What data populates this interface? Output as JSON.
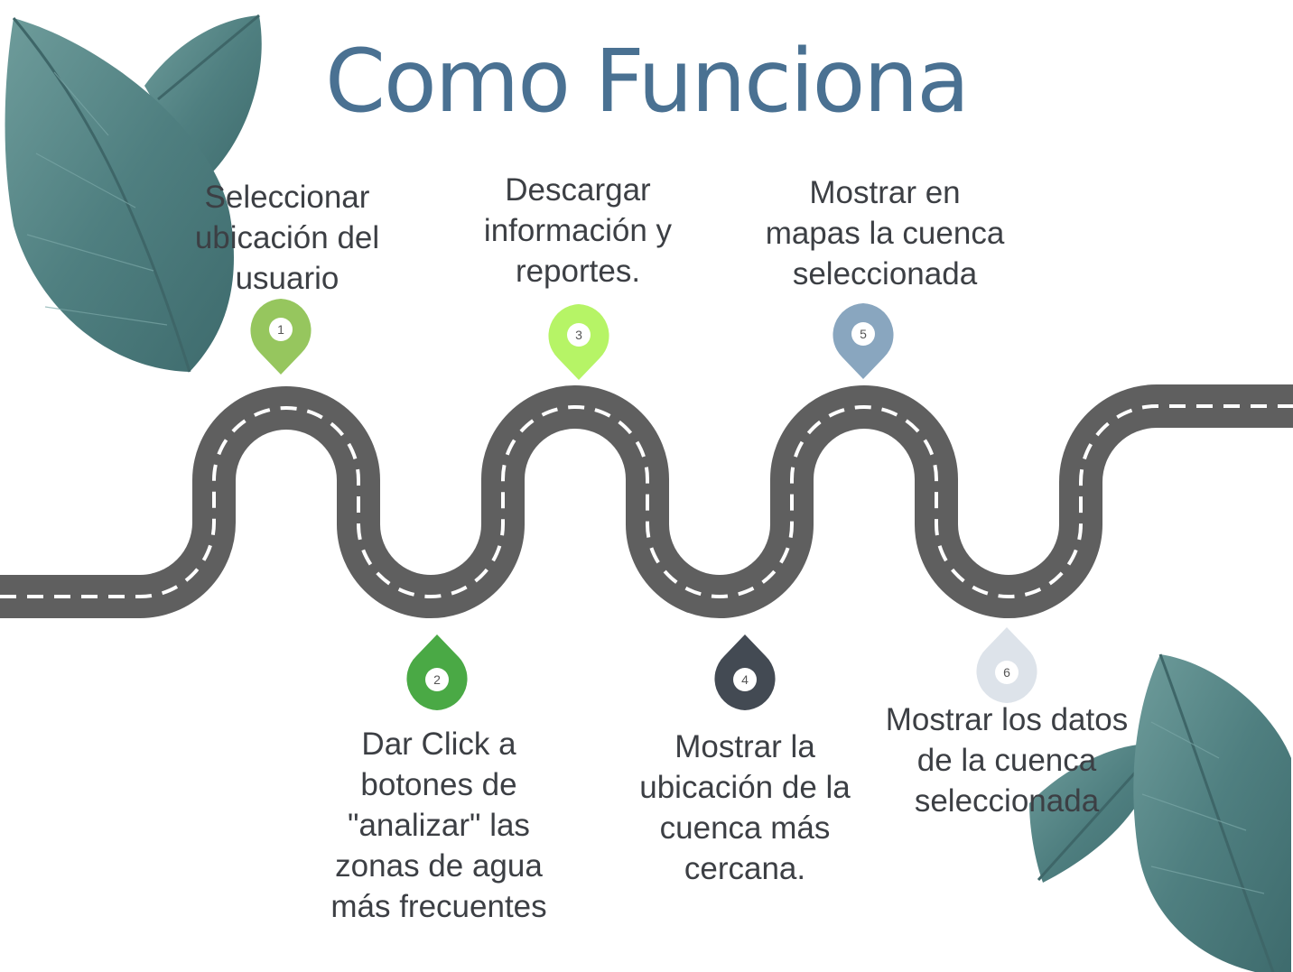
{
  "title": "Como Funciona",
  "steps": [
    {
      "number": "1",
      "text": "Seleccionar\nubicación del\nusuario",
      "color": "#96c65e"
    },
    {
      "number": "2",
      "text": "Dar Click a\nbotones de\n\"analizar\" las\nzonas de agua\nmás frecuentes",
      "color": "#4aa945"
    },
    {
      "number": "3",
      "text": "Descargar\ninformación y\nreportes.",
      "color": "#b6f466"
    },
    {
      "number": "4",
      "text": "Mostrar la\nubicación de la\ncuenca más\ncercana.",
      "color": "#434a53"
    },
    {
      "number": "5",
      "text": "Mostrar en\nmapas la cuenca\nseleccionada",
      "color": "#89a6bf"
    },
    {
      "number": "6",
      "text": "Mostrar los datos\nde la cuenca\nseleccionada",
      "color": "#dde3ea"
    }
  ],
  "colors": {
    "road": "#5f5f5f",
    "road_line": "#ffffff",
    "leaf": "#5b8b8b",
    "title": "#4a7192"
  }
}
